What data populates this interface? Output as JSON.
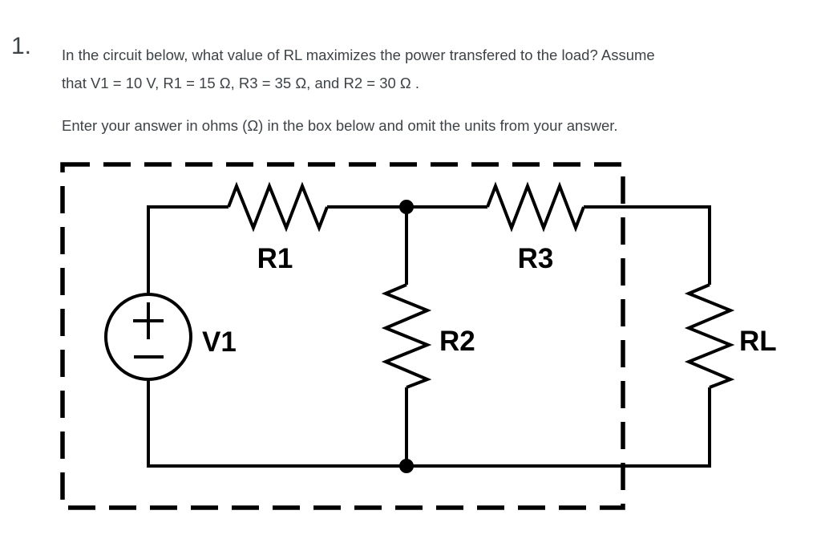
{
  "colors": {
    "background": "#ffffff",
    "question_text": "#3e4347",
    "circuit": "#000000"
  },
  "question": {
    "number": "1.",
    "text_line1": "In the circuit below, what value of RL maximizes the power transfered to the load? Assume",
    "text_line2": "that V1 = 10 V, R1 = 15 Ω, R3 = 35 Ω, and R2 = 30 Ω .",
    "instruction": "Enter your answer in ohms (Ω) in the box below and omit the units from your answer."
  },
  "circuit": {
    "labels": {
      "v1": "V1",
      "r1": "R1",
      "r2": "R2",
      "r3": "R3",
      "rl": "RL"
    },
    "source_polarity": {
      "plus": "+",
      "minus": "−"
    },
    "topology": "V1 in series with R1, then node A; R2 shunt from node A to bottom rail; R3 from node A to load terminal; RL connected across terminals outside dashed source boundary"
  }
}
